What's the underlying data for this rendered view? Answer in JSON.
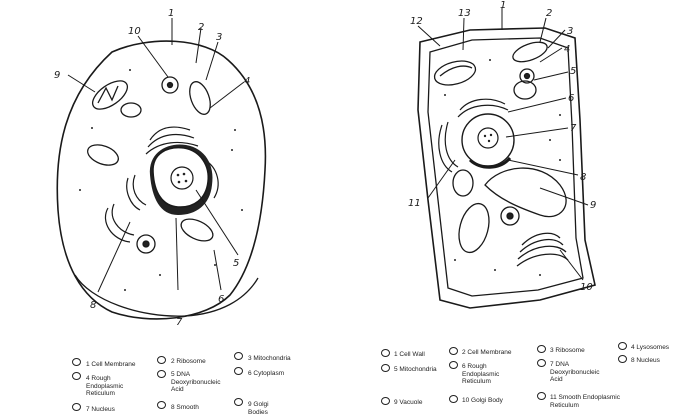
{
  "animal_cell": {
    "callouts": [
      "1",
      "2",
      "3",
      "4",
      "5",
      "6",
      "7",
      "8",
      "9",
      "10"
    ],
    "key": [
      "1 Cell Membrane",
      "2 Ribosome",
      "3 Mitochondria",
      "4 Rough Endoplasmic Reticulum",
      "5 DNA Deoxyribonucleic Acid",
      "6 Cytoplasm",
      "7 Nucleus",
      "8 Smooth",
      "9 Golgi Bodies"
    ]
  },
  "plant_cell": {
    "callouts": [
      "1",
      "2",
      "3",
      "4",
      "5",
      "6",
      "7",
      "8",
      "9",
      "10",
      "11",
      "12",
      "13"
    ],
    "key": [
      "1 Cell Wall",
      "2 Cell Membrane",
      "3 Ribosome",
      "4 Lysosomes",
      "5 Mitochondria",
      "6 Rough Endoplasmic Reticulum",
      "7 DNA Deoxyribonucleic Acid",
      "8 Nucleus",
      "9 Vacuole",
      "10 Golgi Body",
      "11 Smooth Endoplasmic Reticulum"
    ]
  }
}
